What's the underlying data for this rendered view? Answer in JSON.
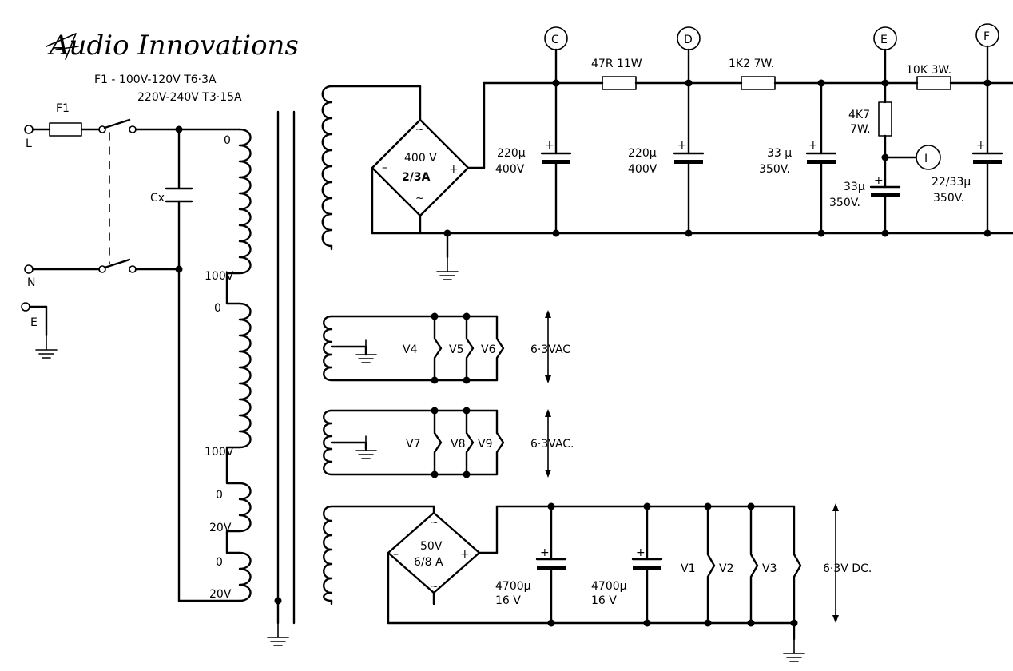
{
  "logo": {
    "text": "Audio Innovations",
    "color": "#000000"
  },
  "fuse_note": {
    "line1": "F1 - 100V-120V T6·3A",
    "line2": "220V-240V T3·15A"
  },
  "mains": {
    "terminal_l": "L",
    "terminal_n": "N",
    "terminal_e": "E",
    "fuse": "F1",
    "cap": "Cx"
  },
  "primary": {
    "tap_0": "0",
    "tap_100_a": "100V",
    "tap_0_b": "0",
    "tap_100_b": "100V",
    "tap_0_c": "0",
    "tap_20_a": "20V",
    "tap_0_d": "0",
    "tap_20_b": "20V"
  },
  "ht_supply": {
    "rectifier": {
      "line1": "400 V",
      "line2": "2/3A",
      "minus": "–",
      "plus": "+",
      "tilde": "~"
    },
    "node_c": "C",
    "node_d": "D",
    "node_e": "E",
    "node_f": "F",
    "node_i": "I",
    "r1": "47R 11W",
    "r2": "1K2 7W.",
    "r3": "10K 3W.",
    "r4": {
      "line1": "4K7",
      "line2": "7W."
    },
    "cap1": {
      "value": "220µ",
      "voltage": "400V"
    },
    "cap2": {
      "value": "220µ",
      "voltage": "400V"
    },
    "cap3": {
      "value": "33 µ",
      "voltage": "350V."
    },
    "cap4": {
      "value": "33µ",
      "voltage": "350V."
    },
    "cap5": {
      "value": "22/33µ",
      "voltage": "350V."
    }
  },
  "heater_ac_1": {
    "valves": [
      "V4",
      "V5",
      "V6"
    ],
    "voltage": "6·3VAC"
  },
  "heater_ac_2": {
    "valves": [
      "V7",
      "V8",
      "V9"
    ],
    "voltage": "6·3VAC."
  },
  "heater_dc": {
    "rectifier": {
      "line1": "50V",
      "line2": "6/8 A"
    },
    "cap1": {
      "value": "4700µ",
      "voltage": "16 V"
    },
    "cap2": {
      "value": "4700µ",
      "voltage": "16 V"
    },
    "valves": [
      "V1",
      "V2",
      "V3"
    ],
    "voltage": "6·3V DC."
  }
}
